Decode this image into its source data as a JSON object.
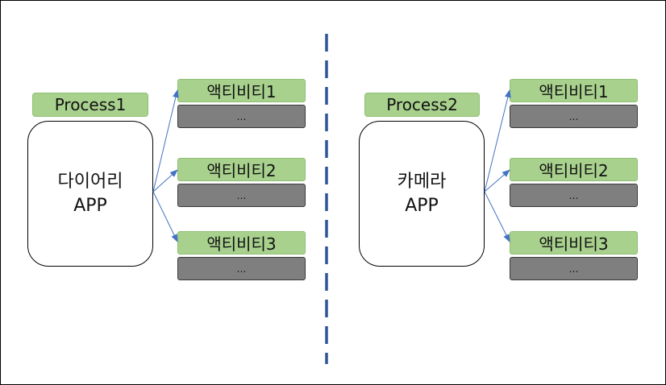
{
  "left": {
    "process_label": "Process1",
    "app_line1": "다이어리",
    "app_line2": "APP",
    "activities": [
      {
        "label": "액티비티1",
        "sub": "…"
      },
      {
        "label": "액티비티2",
        "sub": "…"
      },
      {
        "label": "액티비티3",
        "sub": "…"
      }
    ]
  },
  "right": {
    "process_label": "Process2",
    "app_line1": "카메라",
    "app_line2": "APP",
    "activities": [
      {
        "label": "액티비티1",
        "sub": "…"
      },
      {
        "label": "액티비티2",
        "sub": "…"
      },
      {
        "label": "액티비티3",
        "sub": "…"
      }
    ]
  },
  "colors": {
    "process_fill": "#a9d18e",
    "activity_fill": "#a9d18e",
    "placeholder_fill": "#7f7f7f",
    "arrow": "#4472c4",
    "divider": "#2f5597"
  }
}
